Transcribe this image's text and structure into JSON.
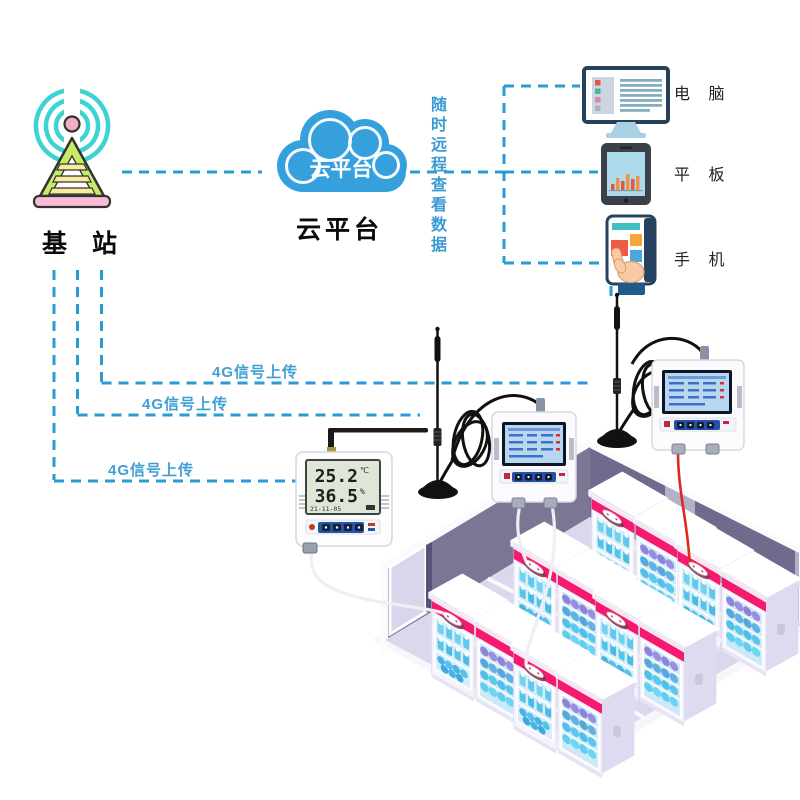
{
  "base_station": {
    "label": "基 站"
  },
  "cloud": {
    "text_inside": "云平台",
    "label": "云平台"
  },
  "remote_view_text": "随时远程查看数据",
  "clients": {
    "computer": {
      "label": "电 脑"
    },
    "tablet": {
      "label": "平 板"
    },
    "phone": {
      "label": "手 机"
    }
  },
  "uplinks": [
    {
      "label": "4G信号上传"
    },
    {
      "label": "4G信号上传"
    },
    {
      "label": "4G信号上传"
    }
  ],
  "logger": {
    "temperature": "25.2",
    "temperature_unit": "℃",
    "humidity": "36.5",
    "humidity_unit": "%",
    "status_date": "21-11-05"
  },
  "colors": {
    "dash_blue": "#2b9bd7",
    "label_blue": "#3f9fd4",
    "cloud_blue": "#36a0dc",
    "cabinet_pink": "#f41a6f",
    "wall_purple": "#7b7694",
    "floor_lavender": "#dbd8ee"
  }
}
